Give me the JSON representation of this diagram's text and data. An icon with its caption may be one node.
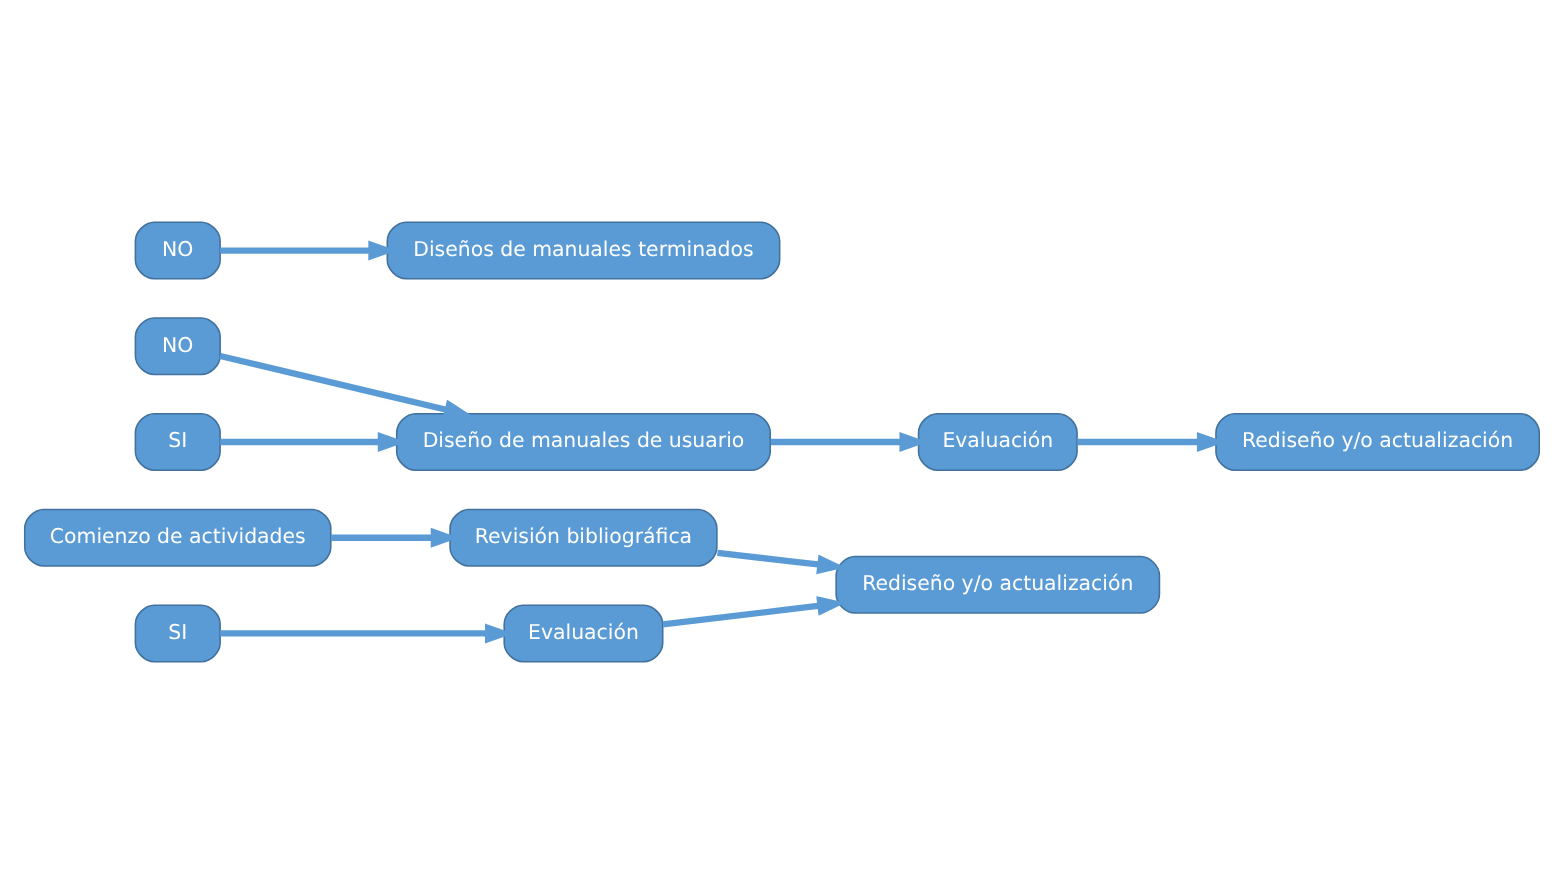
{
  "diagram": {
    "nodes": [
      {
        "text": [
          "Evaluación"
        ]
      },
      {
        "text": [
          "SI"
        ]
      },
      {
        "text": [
          "Comienzo de actividades"
        ]
      },
      {
        "text": [
          "Revisión bibliográfica"
        ]
      },
      {
        "text": [
          "Rediseño y/o actualización"
        ]
      },
      {
        "text": [
          "NO"
        ]
      },
      {
        "text": [
          "SI"
        ]
      },
      {
        "text": [
          "Diseño de manuales de usuario"
        ]
      },
      {
        "text": [
          "Rediseño y/o actualización"
        ]
      },
      {
        "text": [
          "Evaluación"
        ]
      },
      {
        "text": [
          "NO"
        ]
      },
      {
        "text": [
          "Diseños de manuales terminados"
        ]
      }
    ],
    "edges": [
      {
        "from": 2,
        "to": 3,
        "arrow": "to"
      },
      {
        "from": 3,
        "to": 4,
        "arrow": "to"
      },
      {
        "from": 0,
        "to": 4,
        "arrow": "to"
      },
      {
        "from": 1,
        "to": 0,
        "arrow": "to"
      },
      {
        "from": 5,
        "to": 7,
        "arrow": "to"
      },
      {
        "from": 6,
        "to": 7,
        "arrow": "to"
      },
      {
        "from": 7,
        "to": 9,
        "arrow": "to"
      },
      {
        "from": 9,
        "to": 8,
        "arrow": "to"
      },
      {
        "from": 10,
        "to": 11,
        "arrow": "to"
      }
    ]
  }
}
